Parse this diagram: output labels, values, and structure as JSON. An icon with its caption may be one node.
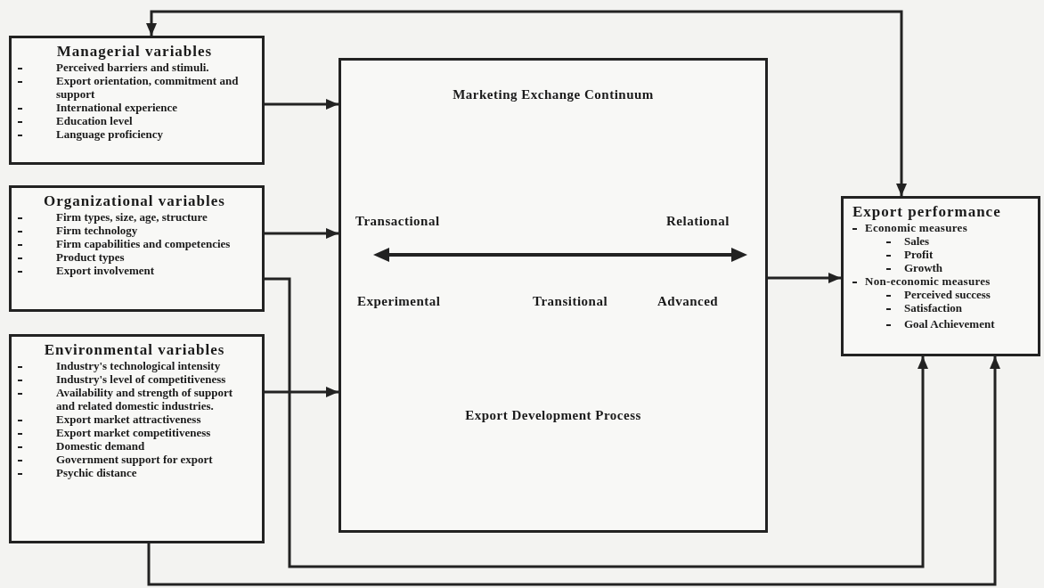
{
  "diagram": {
    "nodes": [
      {
        "text": [
          "Managerial variables",
          "Perceived barriers and stimuli.",
          "Export orientation, commitment and support",
          "International experience",
          "Education level",
          "Language proficiency"
        ]
      },
      {
        "text": [
          "Organizational variables",
          "Firm types, size, age, structure",
          "Firm technology",
          "Firm capabilities and competencies",
          "Product types",
          "Export involvement"
        ]
      },
      {
        "text": [
          "Environmental variables",
          "Industry's technological intensity",
          "Industry's level of competitiveness",
          "Availability and strength of support and related domestic industries.",
          "Export market attractiveness",
          "Export market competitiveness",
          "Domestic demand",
          "Government support for export",
          "Psychic distance"
        ]
      },
      {
        "text": [
          "Marketing Exchange Continuum",
          "Transactional",
          "Relational",
          "Experimental",
          "Transitional",
          "Advanced",
          "Export Development Process"
        ]
      },
      {
        "text": [
          "Export performance",
          "Economic measures",
          "Sales",
          "Profit",
          "Growth",
          "Non-economic measures",
          "Perceived success",
          "Satisfaction",
          "Goal Achievement"
        ]
      }
    ],
    "edges": [
      {
        "from": 0,
        "to": 3,
        "arrow": "to"
      },
      {
        "from": 1,
        "to": 3,
        "arrow": "to"
      },
      {
        "from": 2,
        "to": 3,
        "arrow": "to"
      },
      {
        "from": 3,
        "to": 4,
        "arrow": "to"
      },
      {
        "from": 0,
        "to": 4,
        "arrow": "both"
      },
      {
        "from": 1,
        "to": 4,
        "arrow": "to"
      },
      {
        "from": 2,
        "to": 4,
        "arrow": "to"
      }
    ]
  }
}
